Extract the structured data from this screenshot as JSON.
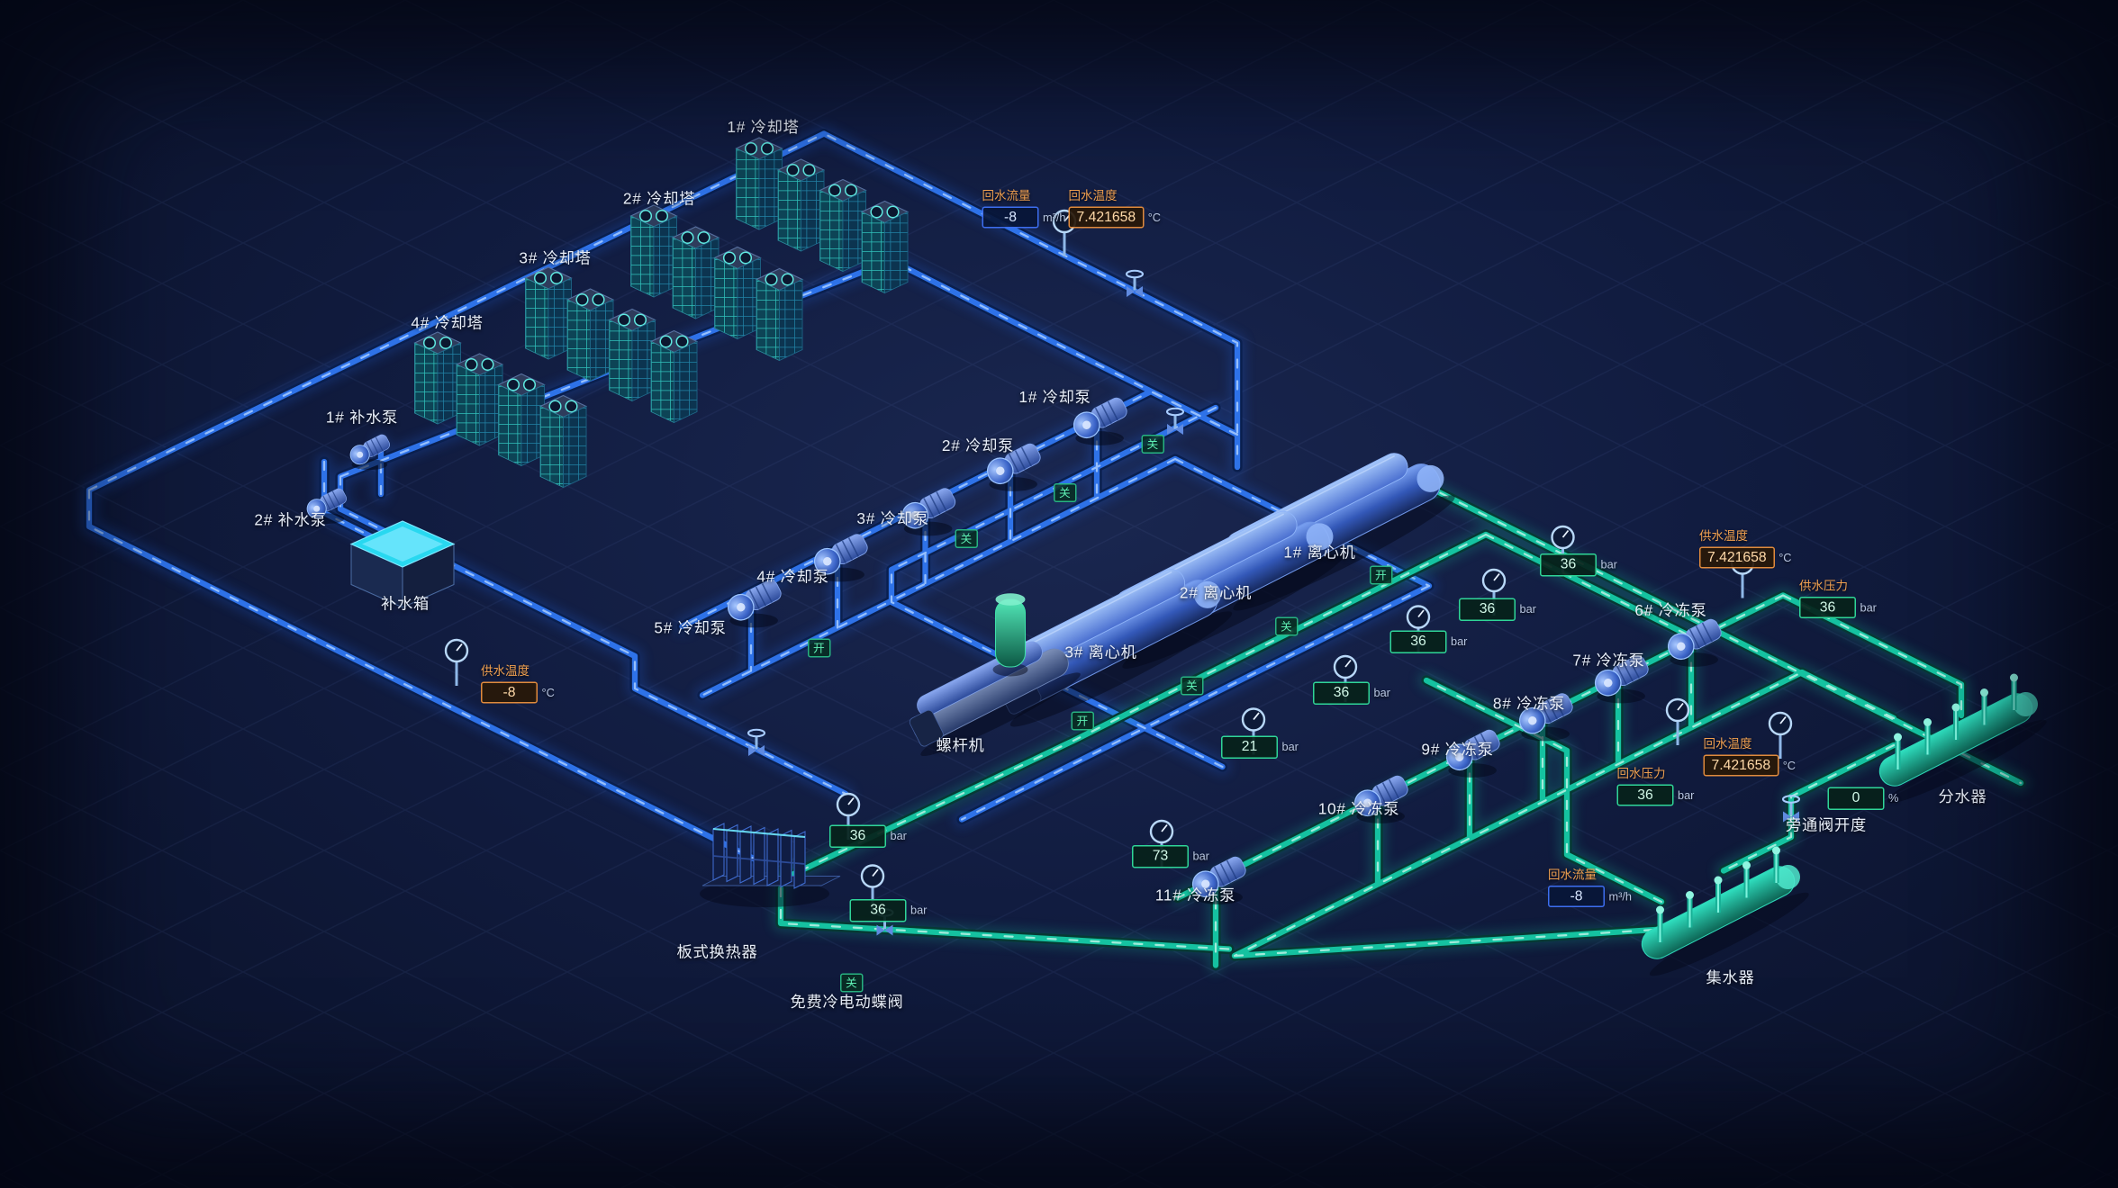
{
  "colors": {
    "pipe_cooling": "#2e72e8",
    "pipe_chilled": "#15c2a0",
    "badge_blue": "#3d6ef0",
    "badge_orange": "#e08a3c",
    "badge_green": "#2fd598",
    "background": "#101c40"
  },
  "equipment_labels": [
    "1# 冷却塔",
    "2# 冷却塔",
    "3# 冷却塔",
    "4# 冷却塔",
    "1# 补水泵",
    "2# 补水泵",
    "补水箱",
    "1# 冷却泵",
    "2# 冷却泵",
    "3# 冷却泵",
    "4# 冷却泵",
    "5# 冷却泵",
    "1# 离心机",
    "2# 离心机",
    "3# 离心机",
    "螺杆机",
    "6# 冷冻泵",
    "7# 冷冻泵",
    "8# 冷冻泵",
    "9# 冷冻泵",
    "10# 冷冻泵",
    "11# 冷冻泵",
    "板式换热器",
    "免费冷电动蝶阀",
    "分水器",
    "集水器",
    "旁通阀开度"
  ],
  "sensors": [
    {
      "label": "回水流量",
      "value": "-8",
      "unit": "m³/h",
      "style": "blue"
    },
    {
      "label": "回水温度",
      "value": "7.421658",
      "unit": "°C",
      "style": "orange"
    },
    {
      "label": "供水温度",
      "value": "-8",
      "unit": "°C",
      "style": "orange"
    },
    {
      "label": "供水温度",
      "value": "7.421658",
      "unit": "°C",
      "style": "orange"
    },
    {
      "label": "供水压力",
      "value": "36",
      "unit": "bar",
      "style": "green"
    },
    {
      "label": "回水温度",
      "value": "7.421658",
      "unit": "°C",
      "style": "orange"
    },
    {
      "label": "回水压力",
      "value": "36",
      "unit": "bar",
      "style": "green"
    },
    {
      "label": "回水流量",
      "value": "-8",
      "unit": "m³/h",
      "style": "blue"
    }
  ],
  "gauges": [
    {
      "value": "36",
      "unit": "bar"
    },
    {
      "value": "36",
      "unit": "bar"
    },
    {
      "value": "36",
      "unit": "bar"
    },
    {
      "value": "36",
      "unit": "bar"
    },
    {
      "value": "21",
      "unit": "bar"
    },
    {
      "value": "73",
      "unit": "bar"
    },
    {
      "value": "36",
      "unit": "bar"
    },
    {
      "value": "36",
      "unit": "bar"
    }
  ],
  "bypass": {
    "value": "0",
    "unit": "%"
  },
  "valve_states": [
    "关",
    "关",
    "关",
    "关",
    "开",
    "开",
    "开",
    "关",
    "关"
  ]
}
